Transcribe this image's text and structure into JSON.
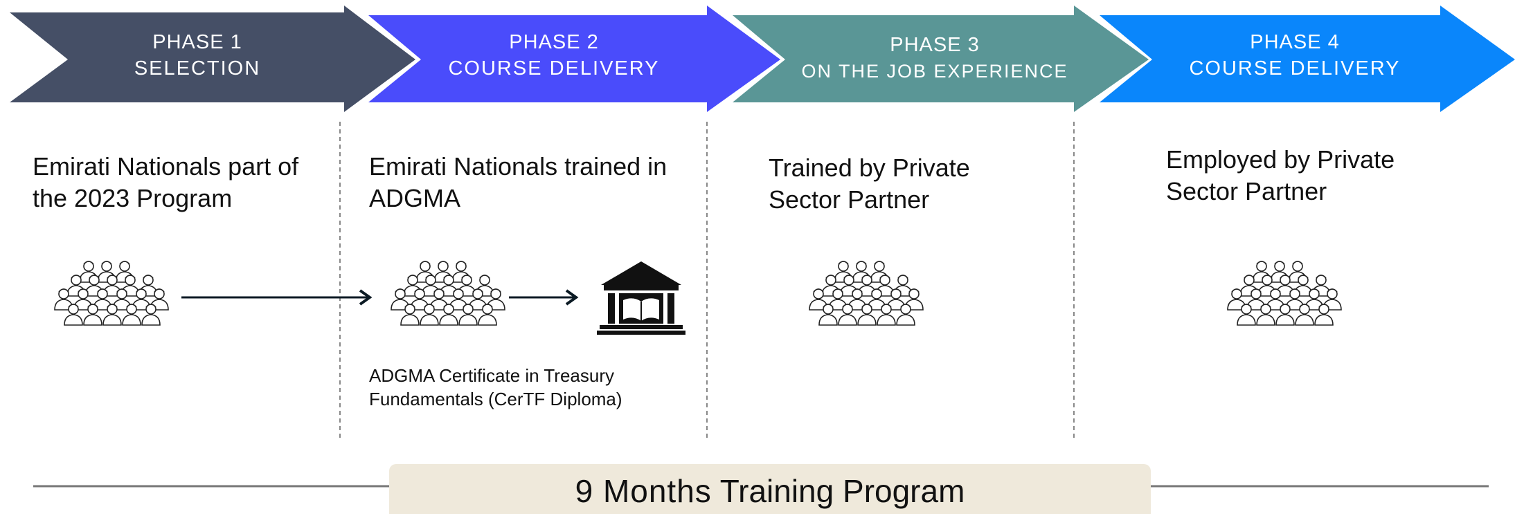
{
  "colors": {
    "phase1": "#454f66",
    "phase2": "#4a4cfb",
    "phase3": "#5a9696",
    "phase4": "#0a86fb",
    "banner_bg": "#efe9db",
    "arrow": "#0b1a24"
  },
  "phases": [
    {
      "number": "PHASE 1",
      "title": "SELECTION",
      "description": "Emirati Nationals  part of the 2023  Program"
    },
    {
      "number": "PHASE 2",
      "title": "COURSE DELIVERY",
      "description": "Emirati Nationals  trained in ADGMA",
      "certificate": "ADGMA Certificate in Treasury Fundamentals (CerTF Diploma)"
    },
    {
      "number": "PHASE 3",
      "title": "ON THE JOB EXPERIENCE",
      "description": "Trained by Private Sector Partner"
    },
    {
      "number": "PHASE 4",
      "title": "COURSE DELIVERY",
      "description": "Employed by Private Sector Partner"
    }
  ],
  "icons": [
    "people-group-icon",
    "academy-building-icon",
    "right-arrow-icon"
  ],
  "banner": {
    "bold": "9 Months",
    "text": " Training Program"
  }
}
